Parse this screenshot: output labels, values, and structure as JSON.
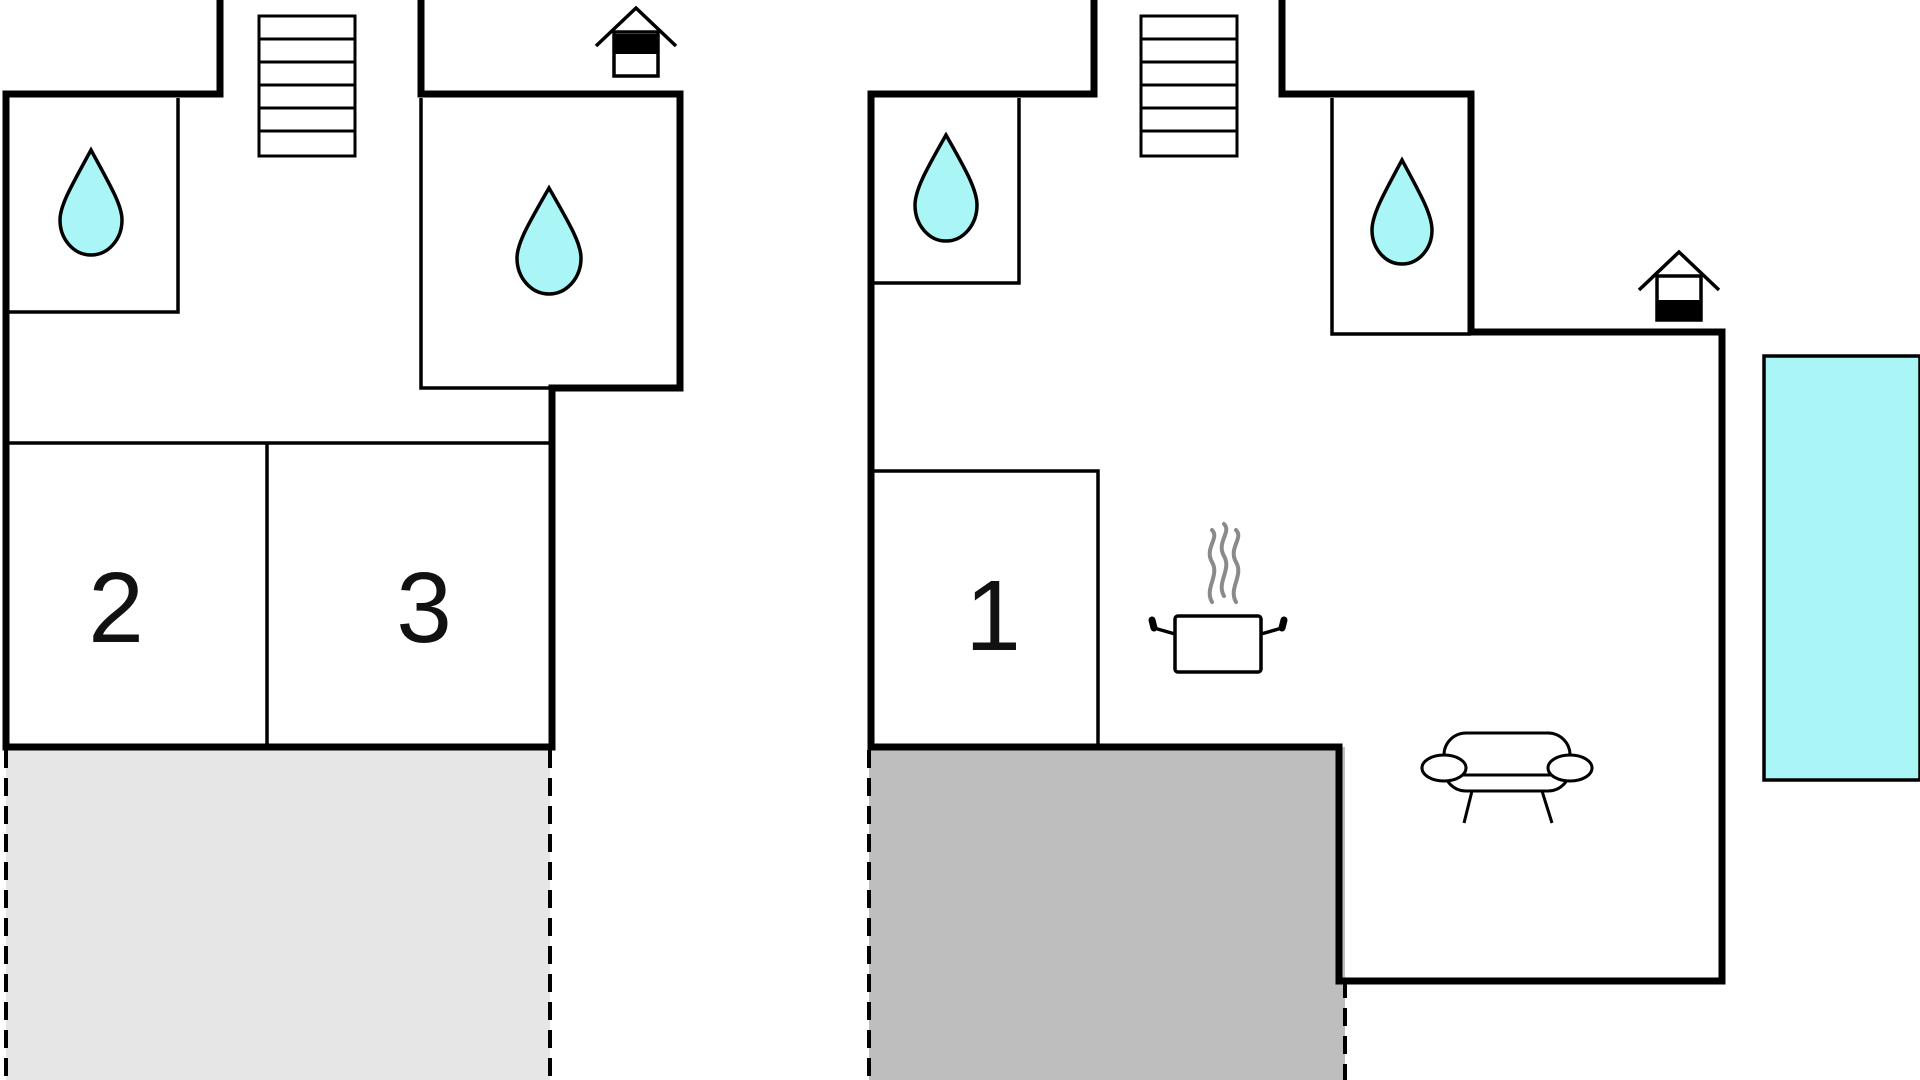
{
  "floorplan": {
    "room_labels": {
      "room_2": "2",
      "room_3": "3",
      "room_1": "1"
    },
    "icons": {
      "bathroom": "water-drop-icon",
      "stairs": "stairs-icon",
      "entrance": "house-entrance-icon",
      "kitchen": "cooking-pot-icon",
      "living_room": "sofa-icon",
      "pool": "pool"
    },
    "colors": {
      "wall": "#000000",
      "water": "#aaf5f5",
      "pool": "#aaf5f5",
      "terrace_upper": "#e6e6e6",
      "terrace_ground": "#bebebe",
      "steam": "#8a8a8a"
    }
  }
}
